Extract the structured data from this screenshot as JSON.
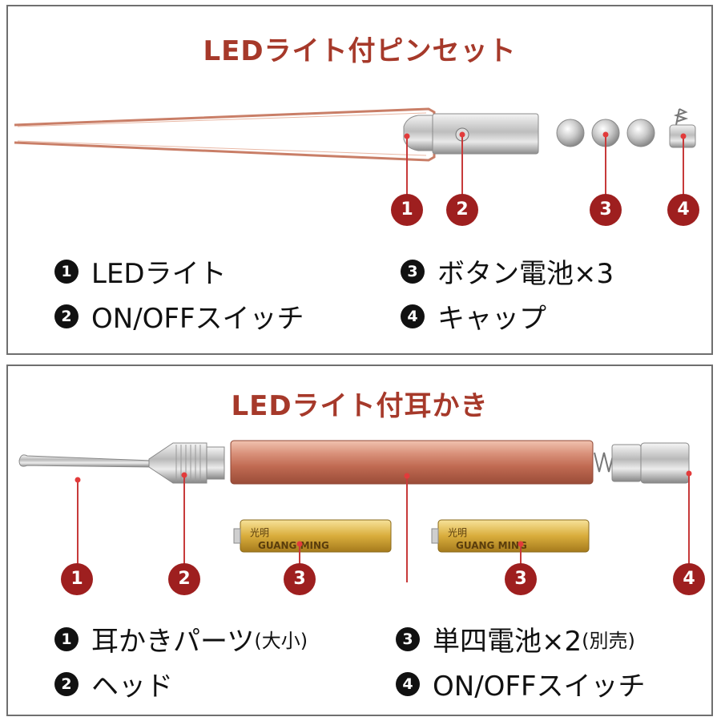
{
  "top_panel": {
    "title": "LEDライト付ピンセット",
    "markers": [
      "1",
      "2",
      "3",
      "4"
    ],
    "legend": [
      {
        "num": "1",
        "text": "LEDライト"
      },
      {
        "num": "2",
        "text": "ON/OFFスイッチ"
      },
      {
        "num": "3",
        "text": "ボタン電池×3"
      },
      {
        "num": "4",
        "text": "キャップ"
      }
    ]
  },
  "bottom_panel": {
    "title": "LEDライト付耳かき",
    "markers": [
      "1",
      "2",
      "3",
      "3",
      "4"
    ],
    "battery_brand_cn": "光明",
    "battery_brand": "GUANG MING",
    "legend": [
      {
        "num": "1",
        "text": "耳かきパーツ",
        "note": "(大小)"
      },
      {
        "num": "2",
        "text": "ヘッド"
      },
      {
        "num": "3",
        "text": "単四電池×2",
        "note": "(別売)"
      },
      {
        "num": "4",
        "text": "ON/OFFスイッチ"
      }
    ]
  },
  "colors": {
    "title": "#a6392a",
    "marker": "#9e1f1f",
    "copper": "#c97e67",
    "border": "#6f6f6f"
  }
}
